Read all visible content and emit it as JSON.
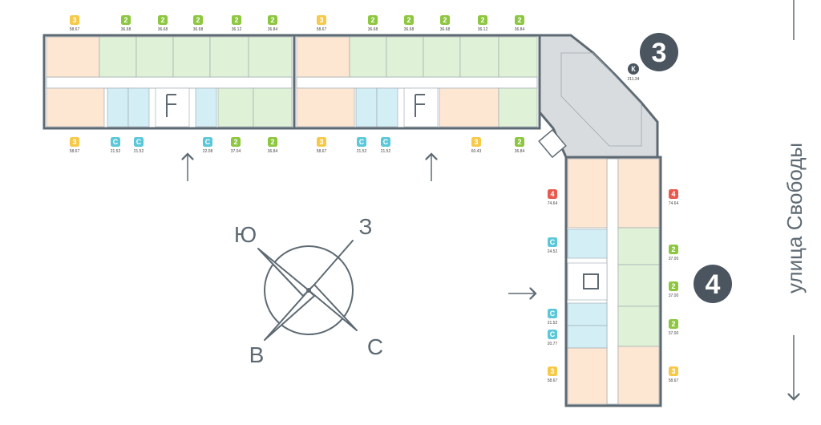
{
  "colors": {
    "wall": "#5e6a73",
    "one_room": "#5bc8da",
    "two_room": "#8dc63f",
    "three_room": "#f7c948",
    "four_room": "#e85a4f",
    "commercial": "#4a5560",
    "commercial_fill": "#d9dcdf",
    "two_room_fill": "#dff1d6",
    "three_room_fill": "#fde6d2",
    "one_room_fill": "#d3eef5",
    "four_room_fill": "#fbd7cf"
  },
  "sections": [
    {
      "label": "3"
    },
    {
      "label": "4"
    }
  ],
  "street_name": "улица Свободы",
  "compass": {
    "n": "З",
    "s": "В",
    "w": "Ю",
    "e": "С"
  },
  "commercial": {
    "badge": "К",
    "area": "211.34"
  },
  "top_row_1": [
    {
      "rooms": "3",
      "area": "58.67",
      "type": "three"
    },
    {
      "rooms": "2",
      "area": "36.68",
      "type": "two"
    },
    {
      "rooms": "2",
      "area": "36.68",
      "type": "two"
    },
    {
      "rooms": "2",
      "area": "36.68",
      "type": "two"
    },
    {
      "rooms": "2",
      "area": "36.12",
      "type": "two"
    },
    {
      "rooms": "2",
      "area": "36.84",
      "type": "two"
    }
  ],
  "top_row_2": [
    {
      "rooms": "3",
      "area": "58.67",
      "type": "three"
    },
    {
      "rooms": "2",
      "area": "36.68",
      "type": "two"
    },
    {
      "rooms": "2",
      "area": "36.68",
      "type": "two"
    },
    {
      "rooms": "2",
      "area": "36.68",
      "type": "two"
    },
    {
      "rooms": "2",
      "area": "36.12",
      "type": "two"
    },
    {
      "rooms": "2",
      "area": "36.84",
      "type": "two"
    }
  ],
  "bottom_row_1": [
    {
      "rooms": "3",
      "area": "58.67",
      "type": "three"
    },
    {
      "rooms": "С",
      "area": "21.52",
      "type": "one"
    },
    {
      "rooms": "С",
      "area": "21.52",
      "type": "one"
    },
    {
      "rooms": "С",
      "area": "22.08",
      "type": "one"
    },
    {
      "rooms": "2",
      "area": "37.04",
      "type": "two"
    },
    {
      "rooms": "2",
      "area": "36.84",
      "type": "two"
    }
  ],
  "bottom_row_2": [
    {
      "rooms": "3",
      "area": "58.67",
      "type": "three"
    },
    {
      "rooms": "С",
      "area": "21.52",
      "type": "one"
    },
    {
      "rooms": "С",
      "area": "21.52",
      "type": "one"
    },
    {
      "rooms": "3",
      "area": "60.43",
      "type": "three"
    },
    {
      "rooms": "2",
      "area": "36.84",
      "type": "two"
    }
  ],
  "left_col": [
    {
      "rooms": "4",
      "area": "74.64",
      "type": "four"
    },
    {
      "rooms": "С",
      "area": "24.52",
      "type": "one"
    },
    {
      "rooms": "С",
      "area": "21.52",
      "type": "one"
    },
    {
      "rooms": "С",
      "area": "20.77",
      "type": "one"
    },
    {
      "rooms": "3",
      "area": "58.67",
      "type": "three"
    }
  ],
  "right_col": [
    {
      "rooms": "4",
      "area": "74.64",
      "type": "four"
    },
    {
      "rooms": "2",
      "area": "37.00",
      "type": "two"
    },
    {
      "rooms": "2",
      "area": "37.00",
      "type": "two"
    },
    {
      "rooms": "2",
      "area": "37.00",
      "type": "two"
    },
    {
      "rooms": "3",
      "area": "58.67",
      "type": "three"
    }
  ]
}
